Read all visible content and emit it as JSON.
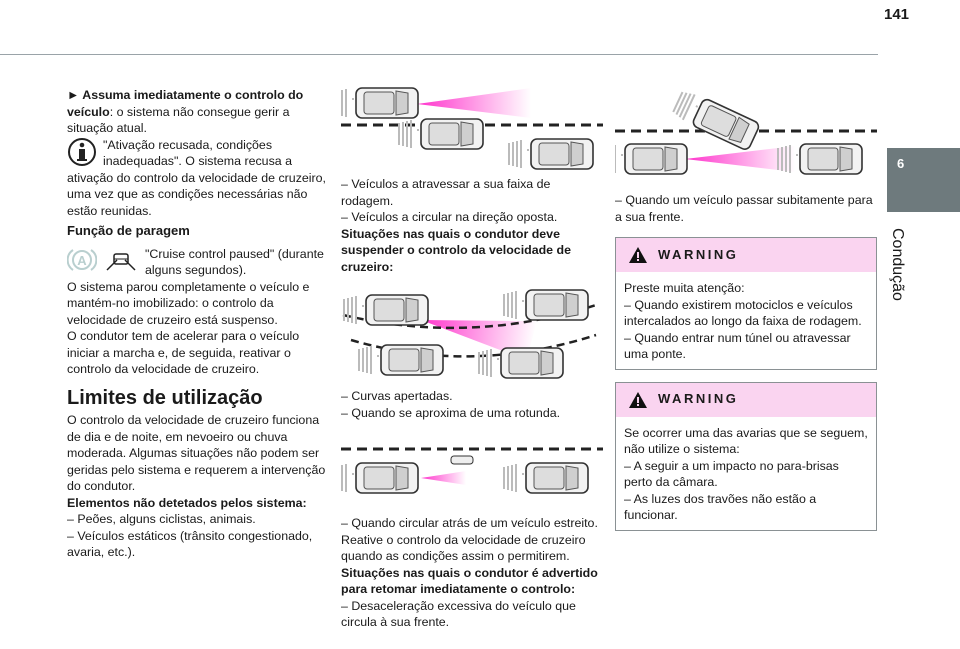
{
  "page_number": "141",
  "chapter": {
    "number": "6",
    "title": "Condução"
  },
  "left": {
    "intro_bold": "► Assuma imediatamente o controlo do veículo",
    "intro_rest": ": o sistema não consegue gerir a situação atual.",
    "info_text": "\"Ativação recusada, condições inadequadas\". O sistema recusa a ativação do controlo da velocidade de cruzeiro, uma vez que as condições necessárias não estão reunidas.",
    "stop_heading": "Função de paragem",
    "stop_msg": "\"Cruise control paused\" (durante alguns segundos).",
    "stop_p1": "O sistema parou completamente o veículo e mantém-no imobilizado: o controlo da velocidade de cruzeiro está suspenso.",
    "stop_p2": "O condutor tem de acelerar para o veículo iniciar a marcha e, de seguida, reativar o controlo da velocidade de cruzeiro.",
    "limits_heading": "Limites de utilização",
    "limits_p": "O controlo da velocidade de cruzeiro funciona de dia e de noite, em nevoeiro ou chuva moderada. Algumas situações não podem ser geridas pelo sistema e requerem a intervenção do condutor.",
    "undetected_heading": "Elementos não detetados pelos sistema:",
    "undetected_1": "– Peões, alguns ciclistas, animais.",
    "undetected_2": "– Veículos estáticos (trânsito congestionado, avaria, etc.)."
  },
  "middle": {
    "item1": "– Veículos a atravessar a sua faixa de rodagem.",
    "item2": "– Veículos a circular na direção oposta.",
    "suspend_heading": "Situações nas quais o condutor deve suspender o controlo da velocidade de cruzeiro:",
    "item3": "– Curvas apertadas.",
    "item4": "– Quando se aproxima de uma rotunda.",
    "item5": "– Quando circular atrás de um veículo estreito.",
    "reactivate": "Reative o controlo da velocidade de cruzeiro quando as condições assim o permitirem.",
    "warned_heading": "Situações nas quais o condutor é advertido para retomar imediatamente o controlo:",
    "item6": "– Desaceleração excessiva do veículo que circula à sua frente."
  },
  "right": {
    "item1": "– Quando um veículo passar subitamente para a sua frente.",
    "warning1": {
      "title": "WARNING",
      "l1": "Preste muita atenção:",
      "l2": "– Quando existirem motociclos e veículos intercalados ao longo da faixa de rodagem.",
      "l3": "– Quando entrar num túnel ou atravessar uma ponte."
    },
    "warning2": {
      "title": "WARNING",
      "l1": "Se ocorrer uma das avarias que se seguem, não utilize o sistema:",
      "l2": "– A seguir a um impacto no para-brisas perto da câmara.",
      "l3": "– As luzes dos travões não estão a funcionar."
    }
  },
  "colors": {
    "tab": "#6e7a7d",
    "warning_header": "#fad4f0",
    "beam": "#ff33cc"
  }
}
